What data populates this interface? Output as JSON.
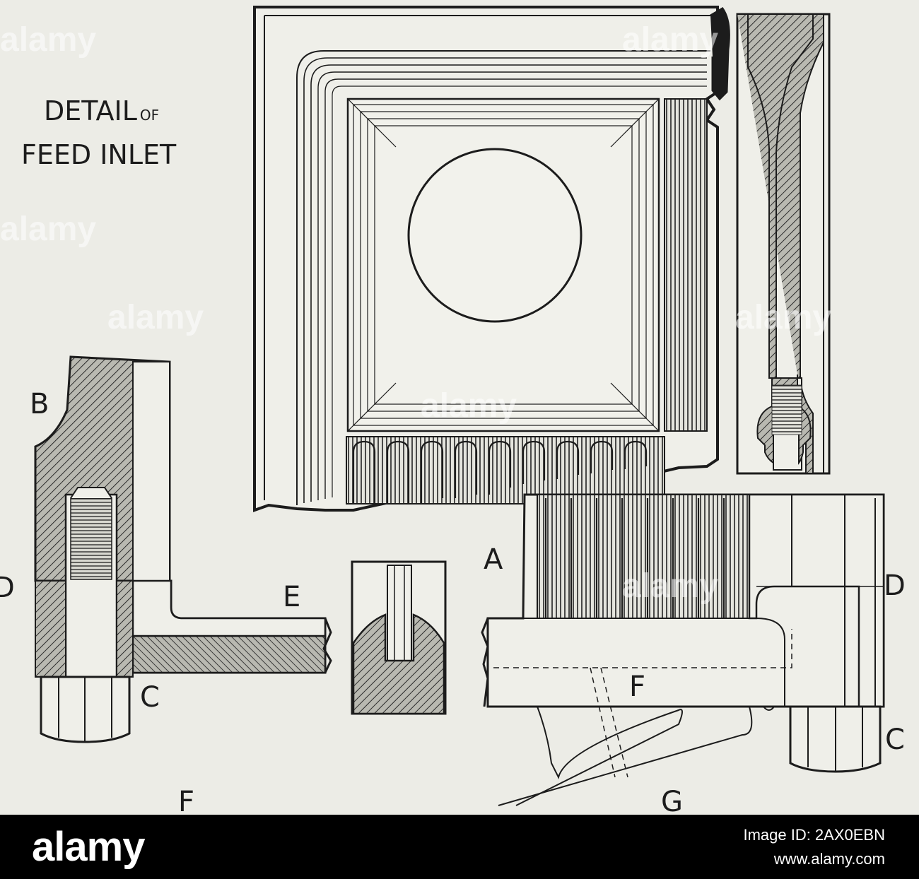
{
  "caption": {
    "line1": "DETAIL",
    "line1_small": "OF",
    "line2": "FEED INLET"
  },
  "labels": {
    "A": "A",
    "B": "B",
    "C_left": "C",
    "C_right": "C",
    "D_left": "D",
    "D_right": "D",
    "E": "E",
    "F_bottom": "F",
    "F_right": "F",
    "G": "G"
  },
  "watermark": "alamy",
  "footer": {
    "logo": "alamy",
    "image_id": "Image ID: 2AX0EBN",
    "site": "www.alamy.com"
  },
  "colors": {
    "paper": "#ecece6",
    "ink": "#1c1c1c",
    "footer_bg": "#000000"
  }
}
